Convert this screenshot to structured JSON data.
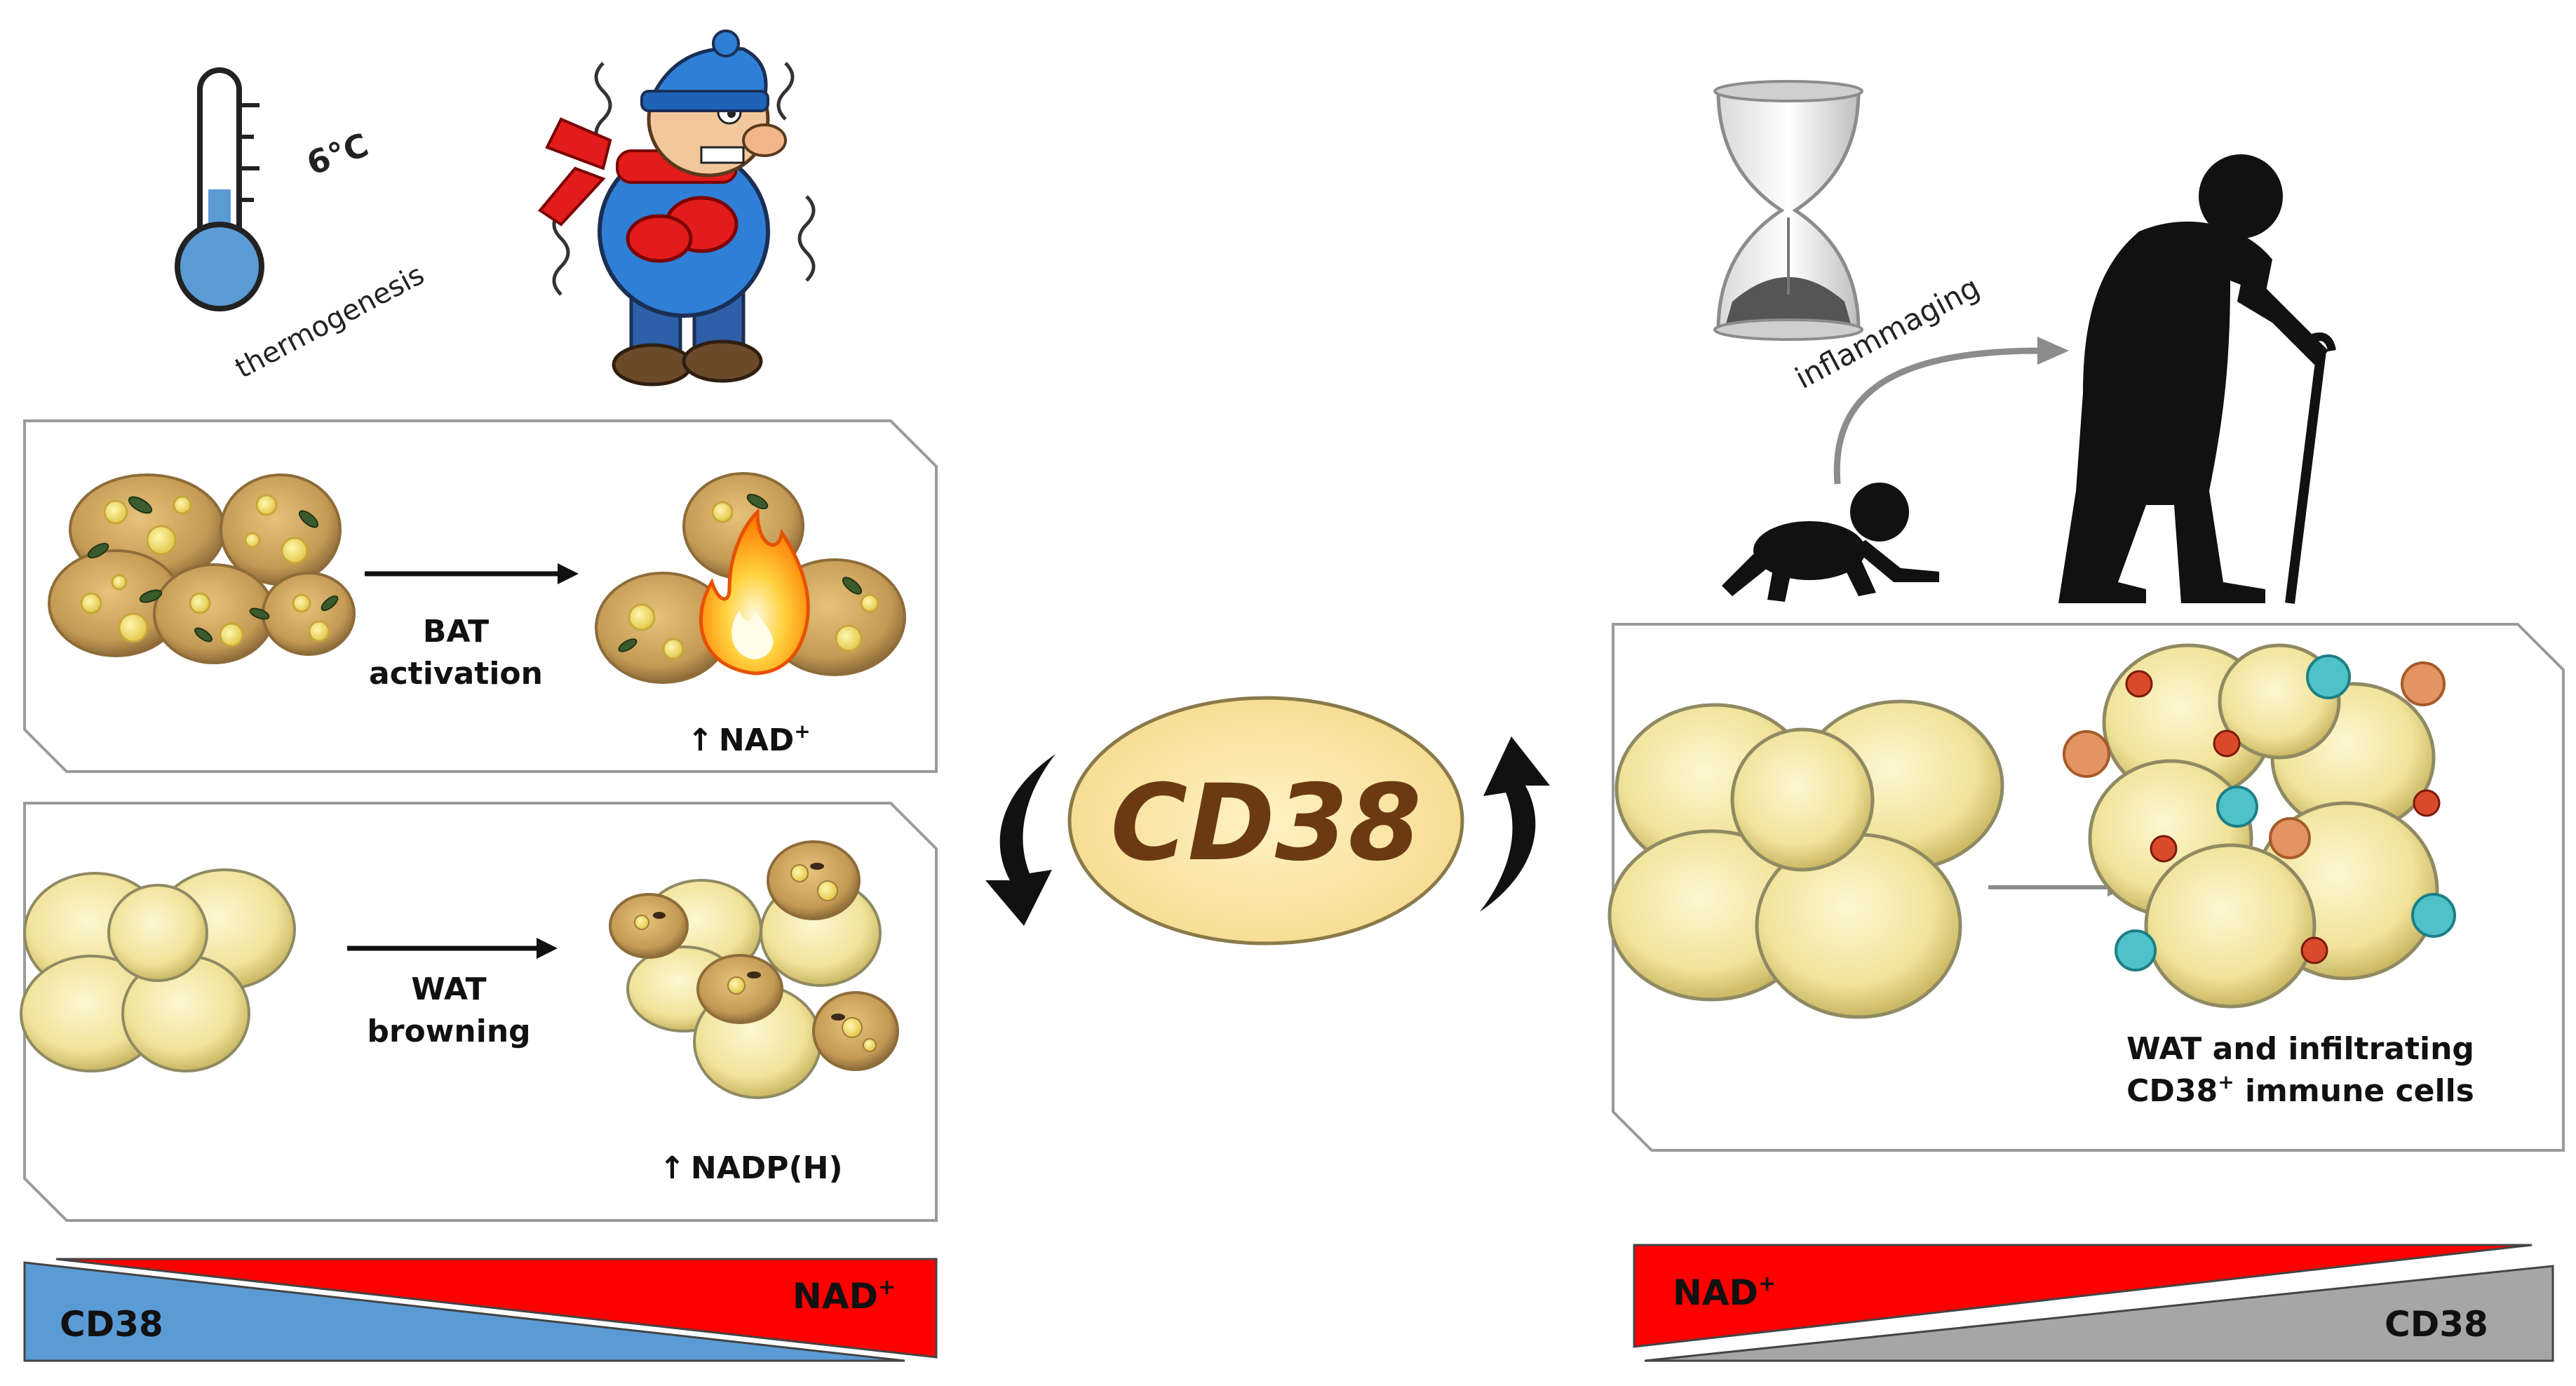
{
  "left": {
    "temperature_label": "6°C",
    "thermogenesis_label": "thermogenesis",
    "bat_panel": {
      "process_line1": "BAT",
      "process_line2": "activation",
      "arrow_glyph": "↑",
      "result": "NAD",
      "result_sup": "+"
    },
    "wat_panel": {
      "process_line1": "WAT",
      "process_line2": "browning",
      "arrow_glyph": "↑",
      "result": "NADP(H)"
    },
    "gradient": {
      "cd38_label": "CD38",
      "nad_label": "NAD",
      "nad_sup": "+",
      "cd38_color": "#5b9bd5",
      "nad_color": "#ff0000"
    }
  },
  "center": {
    "title": "CD38",
    "left_arrow_direction": "down",
    "right_arrow_direction": "up"
  },
  "right": {
    "inflammaging_label": "inflammaging",
    "panel": {
      "caption_line1": "WAT and infiltrating",
      "caption_line2_prefix": "CD38",
      "caption_line2_sup": "+",
      "caption_line2_suffix": " immune  cells"
    },
    "gradient": {
      "nad_label": "NAD",
      "nad_sup": "+",
      "cd38_label": "CD38",
      "nad_color": "#ff0000",
      "cd38_color": "#a6a6a6"
    }
  },
  "icons": [
    "thermometer-icon",
    "cold-man-icon",
    "hourglass-icon",
    "baby-crawling-icon",
    "elderly-man-cane-icon",
    "flame-icon",
    "immune-cell-icon"
  ]
}
